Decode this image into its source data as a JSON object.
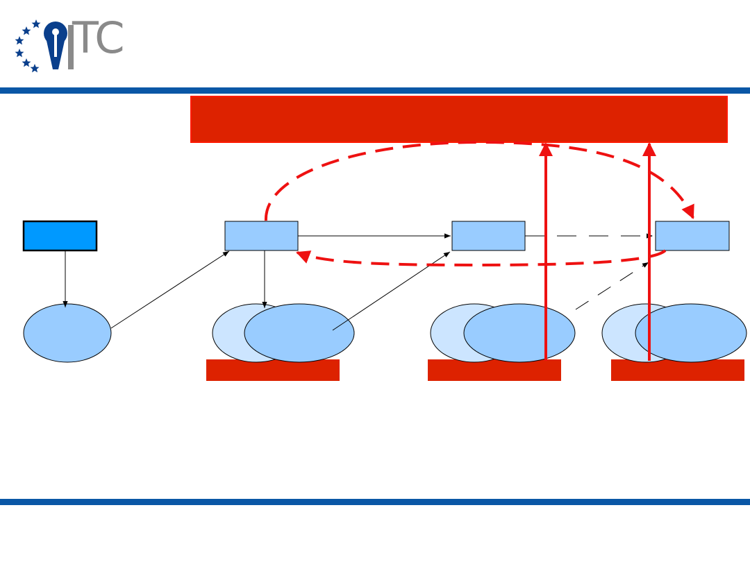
{
  "brand": {
    "logo_text": "TC",
    "rule_color": "#0a57a6",
    "logo_gray": "#8a8a8a",
    "logo_blue": "#0a3f8c"
  },
  "colors": {
    "accent_red": "#dd2200",
    "node_blue": "#99ccff",
    "node_blue_strong": "#0099ff",
    "node_blue_faded": "#cce5ff",
    "edge_black": "#000000"
  },
  "diagram": {
    "banner": {
      "label": ""
    },
    "platforms": [
      {
        "id": "platform-1",
        "label": ""
      },
      {
        "id": "platform-2",
        "label": ""
      },
      {
        "id": "platform-3",
        "label": ""
      }
    ],
    "boxes": [
      {
        "id": "box-root",
        "label": ""
      },
      {
        "id": "box-a",
        "label": ""
      },
      {
        "id": "box-b",
        "label": ""
      },
      {
        "id": "box-c",
        "label": ""
      }
    ],
    "ellipses": [
      {
        "id": "ellipse-root",
        "label": ""
      },
      {
        "id": "ellipse-a",
        "label": ""
      },
      {
        "id": "ellipse-b",
        "label": ""
      },
      {
        "id": "ellipse-c",
        "label": ""
      }
    ]
  }
}
